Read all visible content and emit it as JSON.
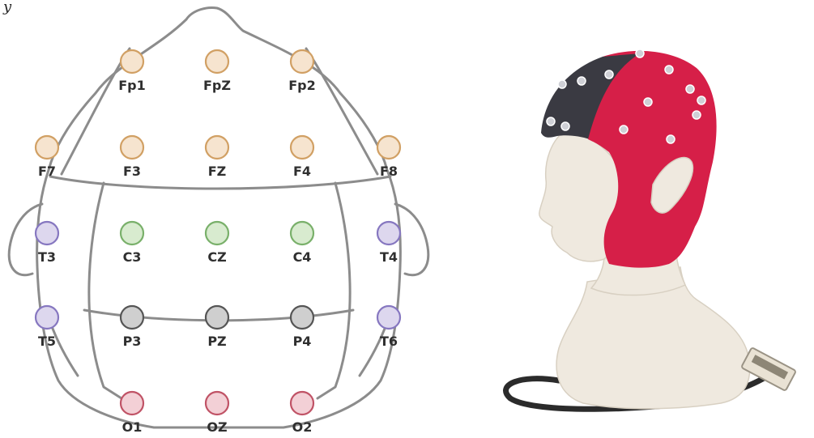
{
  "caption_fragment": "y",
  "electrode_diagram": {
    "groups": {
      "frontal": {
        "fill": "#f6e4cf",
        "stroke": "#d1a064"
      },
      "temporal": {
        "fill": "#ddd7ee",
        "stroke": "#8677c0"
      },
      "central": {
        "fill": "#d8ebcf",
        "stroke": "#79b06a"
      },
      "parietal": {
        "fill": "#cfcfcf",
        "stroke": "#555555"
      },
      "occipital": {
        "fill": "#f3d0d6",
        "stroke": "#c05366"
      }
    },
    "electrodes": [
      {
        "label": "Fp1",
        "group": "frontal"
      },
      {
        "label": "FpZ",
        "group": "frontal"
      },
      {
        "label": "Fp2",
        "group": "frontal"
      },
      {
        "label": "F7",
        "group": "frontal"
      },
      {
        "label": "F3",
        "group": "frontal"
      },
      {
        "label": "FZ",
        "group": "frontal"
      },
      {
        "label": "F4",
        "group": "frontal"
      },
      {
        "label": "F8",
        "group": "frontal"
      },
      {
        "label": "T3",
        "group": "temporal"
      },
      {
        "label": "C3",
        "group": "central"
      },
      {
        "label": "CZ",
        "group": "central"
      },
      {
        "label": "C4",
        "group": "central"
      },
      {
        "label": "T4",
        "group": "temporal"
      },
      {
        "label": "T5",
        "group": "temporal"
      },
      {
        "label": "P3",
        "group": "parietal"
      },
      {
        "label": "PZ",
        "group": "parietal"
      },
      {
        "label": "P4",
        "group": "parietal"
      },
      {
        "label": "T6",
        "group": "temporal"
      },
      {
        "label": "O1",
        "group": "occipital"
      },
      {
        "label": "OZ",
        "group": "occipital"
      },
      {
        "label": "O2",
        "group": "occipital"
      }
    ],
    "outline_color": "#8c8c8c"
  },
  "eeg_cap_photo": {
    "cap_colors": {
      "left": "#3a3a42",
      "right": "#d61f48",
      "electrode": "#cfd0d6"
    },
    "mannequin_color": "#efe9df",
    "cable_color": "#2b2b2b"
  }
}
